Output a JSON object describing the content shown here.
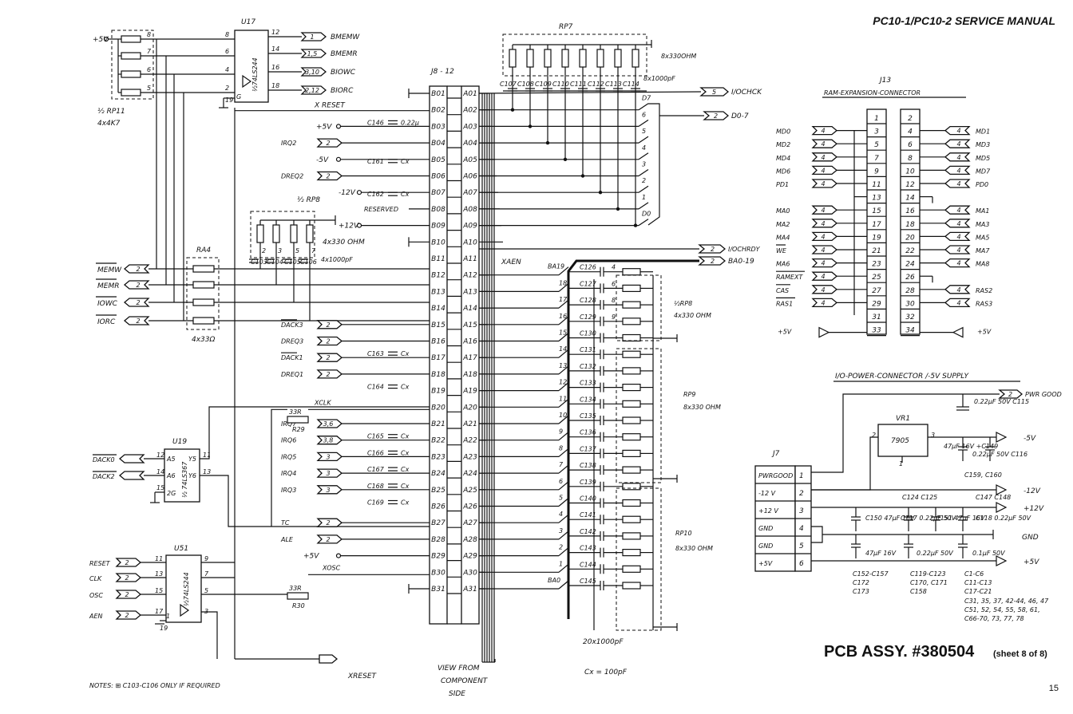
{
  "header": {
    "manual_title": "PC10-1/PC10-2 SERVICE MANUAL",
    "pcb_assy": "PCB ASSY. #380504",
    "sheet": "(sheet 8 of 8)",
    "page_number": "15"
  },
  "left": {
    "u17": {
      "label": "U17",
      "part": "½74LS244",
      "vcc": "+5V",
      "rp11_label": "½ RP11",
      "rp11_value": "4x4K7",
      "pins_in": [
        "8",
        "6",
        "4",
        "2"
      ],
      "pins_out": [
        "12",
        "14",
        "16",
        "18"
      ],
      "rp_pins": [
        "8",
        "7",
        "6",
        "5"
      ],
      "gate_pin": "19",
      "outputs": [
        {
          "tag": "1",
          "name": "BMEMW"
        },
        {
          "tag": "1,5",
          "name": "BMEMR"
        },
        {
          "tag": "3,10",
          "name": "BIOWC"
        },
        {
          "tag": "2,12",
          "name": "BIORC"
        }
      ]
    },
    "ra4": {
      "label": "RA4",
      "value": "4x33Ω",
      "signals": [
        "MEMW",
        "MEMR",
        "IOWC",
        "IORC"
      ],
      "tag": "2"
    },
    "u19": {
      "label": "U19",
      "part": "½ 74LS367",
      "inputs": [
        {
          "name": "DACK0",
          "pin": "12",
          "port": "A5"
        },
        {
          "name": "DACK2",
          "pin": "14",
          "port": "A6"
        }
      ],
      "outputs": [
        {
          "port": "Y5",
          "pin": "11"
        },
        {
          "port": "Y6",
          "pin": "13"
        }
      ],
      "gate": {
        "pin": "15",
        "port": "2G"
      }
    },
    "u51": {
      "label": "U51",
      "part": "½74LS244",
      "inputs": [
        {
          "name": "RESET",
          "pin": "11"
        },
        {
          "name": "CLK",
          "pin": "13"
        },
        {
          "name": "OSC",
          "pin": "15"
        },
        {
          "name": "AEN",
          "pin": "17"
        }
      ],
      "outputs": [
        "9",
        "7",
        "5",
        "3"
      ],
      "gate_pins": [
        "1",
        "19"
      ],
      "tag": "2"
    },
    "xreset": "XRESET",
    "notes": "NOTES: ⊞ C103-C106 ONLY IF REQUIRED"
  },
  "j8": {
    "label": "J8 - 12",
    "b_pins": [
      "B01",
      "B02",
      "B03",
      "B04",
      "B05",
      "B06",
      "B07",
      "B08",
      "B09",
      "B10",
      "B11",
      "B12",
      "B13",
      "B14",
      "B15",
      "B16",
      "B17",
      "B18",
      "B19",
      "B20",
      "B21",
      "B22",
      "B23",
      "B24",
      "B25",
      "B26",
      "B27",
      "B28",
      "B29",
      "B30",
      "B31"
    ],
    "a_pins": [
      "A01",
      "A02",
      "A03",
      "A04",
      "A05",
      "A06",
      "A07",
      "A08",
      "A09",
      "A10",
      "A11",
      "A12",
      "A13",
      "A14",
      "A15",
      "A16",
      "A17",
      "A18",
      "A19",
      "A20",
      "A21",
      "A22",
      "A23",
      "A24",
      "A25",
      "A26",
      "A27",
      "A28",
      "A29",
      "A30",
      "A31"
    ],
    "b_signals": [
      "",
      "X RESET",
      "+5V",
      "IRQ2",
      "-5V",
      "DREQ2",
      "-12V",
      "RESERVED",
      "+12V",
      "",
      "MEMW",
      "MEMR",
      "IOWC",
      "IORC",
      "DACK3",
      "DREQ3",
      "DACK1",
      "DREQ1",
      "",
      "XCLK",
      "IRQ7",
      "IRQ6",
      "IRQ5",
      "IRQ4",
      "IRQ3",
      "",
      "TC",
      "ALE",
      "+5V",
      "XOSC",
      ""
    ],
    "b_tags": [
      "",
      "",
      "",
      "2",
      "",
      "2",
      "",
      "",
      "",
      "",
      "",
      "",
      "",
      "",
      "2",
      "2",
      "2",
      "2",
      "",
      "",
      "3,6",
      "3,8",
      "3",
      "3",
      "3",
      "",
      "2",
      "2",
      "",
      "",
      ""
    ],
    "caps": [
      {
        "ref": "C146",
        "value": "0.22µ"
      },
      {
        "ref": "C161",
        "value": "Cx"
      },
      {
        "ref": "C162",
        "value": "Cx"
      },
      {
        "ref": "C163",
        "value": "Cx"
      },
      {
        "ref": "C164",
        "value": "Cx"
      },
      {
        "ref": "C165",
        "value": "Cx"
      },
      {
        "ref": "C166",
        "value": "Cx"
      },
      {
        "ref": "C167",
        "value": "Cx"
      },
      {
        "ref": "C168",
        "value": "Cx"
      },
      {
        "ref": "C169",
        "value": "Cx"
      }
    ],
    "r29": {
      "ref": "R29",
      "value": "33R"
    },
    "r30": {
      "ref": "R30",
      "value": "33R"
    },
    "xaen": "XAEN",
    "view_note": [
      "VIEW FROM",
      "COMPONENT",
      "SIDE"
    ],
    "rp8_half": {
      "label": "½ RP8",
      "value": "4x330 OHM",
      "pins": [
        "2",
        "3",
        "5",
        "7"
      ],
      "caps": [
        "C103",
        "C104",
        "C105",
        "C106"
      ],
      "cap_value": "4x1000pF"
    }
  },
  "data_bus": {
    "rp7": {
      "label": "RP7",
      "value": "8x330OHM",
      "caps_value": "8x1000pF",
      "caps": [
        "C107",
        "C108",
        "C109",
        "C110",
        "C111",
        "C112",
        "C113",
        "C114"
      ]
    },
    "lines": [
      "D7",
      "6",
      "5",
      "4",
      "3",
      "2",
      "1",
      "D0"
    ],
    "out_tag": "2",
    "out_name": "D0-7",
    "iochck_tag": "5",
    "iochck": "I/OCHCK",
    "iochrdy_tag": "2",
    "iochrdy": "I/OCHRDY",
    "ba_tag": "2",
    "ba_name": "BA0-19"
  },
  "address_bus": {
    "lines": [
      "BA19",
      "18",
      "17",
      "16",
      "15",
      "14",
      "13",
      "12",
      "11",
      "10",
      "9",
      "8",
      "7",
      "6",
      "5",
      "4",
      "3",
      "2",
      "1",
      "BA0"
    ],
    "caps": [
      "C126",
      "C127",
      "C128",
      "C129",
      "C130",
      "C131",
      "C132",
      "C133",
      "C134",
      "C135",
      "C136",
      "C137",
      "C138",
      "C139",
      "C140",
      "C141",
      "C142",
      "C143",
      "C144",
      "C145"
    ],
    "rp8_pins": [
      "4",
      "6",
      "8",
      "9"
    ],
    "rp8": {
      "label": "½RP8",
      "value": "4x330 OHM"
    },
    "rp9": {
      "label": "RP9",
      "value": "8x330 OHM"
    },
    "rp10": {
      "label": "RP10",
      "value": "8x330 OHM"
    },
    "cap_total": "20x1000pF",
    "cx_note": "Cx = 100pF"
  },
  "j13": {
    "label": "J13",
    "subtitle": "RAM-EXPANSION-CONNECTOR",
    "rows": [
      {
        "ln": "",
        "lt": "",
        "lp": "1",
        "rp": "2",
        "rt": "",
        "rn": ""
      },
      {
        "ln": "MD0",
        "lt": "4",
        "lp": "3",
        "rp": "4",
        "rt": "4",
        "rn": "MD1"
      },
      {
        "ln": "MD2",
        "lt": "4",
        "lp": "5",
        "rp": "6",
        "rt": "4",
        "rn": "MD3"
      },
      {
        "ln": "MD4",
        "lt": "4",
        "lp": "7",
        "rp": "8",
        "rt": "4",
        "rn": "MD5"
      },
      {
        "ln": "MD6",
        "lt": "4",
        "lp": "9",
        "rp": "10",
        "rt": "4",
        "rn": "MD7"
      },
      {
        "ln": "PD1",
        "lt": "4",
        "lp": "11",
        "rp": "12",
        "rt": "4",
        "rn": "PD0"
      },
      {
        "ln": "",
        "lt": "",
        "lp": "13",
        "rp": "14",
        "rt": "",
        "rn": ""
      },
      {
        "ln": "MA0",
        "lt": "4",
        "lp": "15",
        "rp": "16",
        "rt": "4",
        "rn": "MA1"
      },
      {
        "ln": "MA2",
        "lt": "4",
        "lp": "17",
        "rp": "18",
        "rt": "4",
        "rn": "MA3"
      },
      {
        "ln": "MA4",
        "lt": "4",
        "lp": "19",
        "rp": "20",
        "rt": "4",
        "rn": "MA5"
      },
      {
        "ln": "WE",
        "lt": "4",
        "lp": "21",
        "rp": "22",
        "rt": "4",
        "rn": "MA7"
      },
      {
        "ln": "MA6",
        "lt": "4",
        "lp": "23",
        "rp": "24",
        "rt": "4",
        "rn": "MA8"
      },
      {
        "ln": "RAMEXT",
        "lt": "4",
        "lp": "25",
        "rp": "26",
        "rt": "",
        "rn": ""
      },
      {
        "ln": "CAS",
        "lt": "4",
        "lp": "27",
        "rp": "28",
        "rt": "4",
        "rn": "RAS2"
      },
      {
        "ln": "RAS1",
        "lt": "4",
        "lp": "29",
        "rp": "30",
        "rt": "4",
        "rn": "RAS3"
      },
      {
        "ln": "",
        "lt": "",
        "lp": "31",
        "rp": "32",
        "rt": "",
        "rn": ""
      },
      {
        "ln": "+5V",
        "lt": "",
        "lp": "33",
        "rp": "34",
        "rt": "",
        "rn": "+5V"
      }
    ]
  },
  "power": {
    "title": "I/O-POWER-CONNECTOR /-5V SUPPLY",
    "j7": "J7",
    "j7_rows": [
      {
        "name": "PWRGOOD",
        "pin": "1"
      },
      {
        "name": "-12 V",
        "pin": "2"
      },
      {
        "name": "+12 V",
        "pin": "3"
      },
      {
        "name": "GND",
        "pin": "4"
      },
      {
        "name": "GND",
        "pin": "5"
      },
      {
        "name": "+5V",
        "pin": "6"
      }
    ],
    "vr1": {
      "label": "VR1",
      "part": "7905",
      "in_pin": "2",
      "gnd_pin": "1",
      "out_pin": "3"
    },
    "pwr_good_tag": "2",
    "pwr_good": "PWR GOOD",
    "c115": "0.22µF 50V C115",
    "c149": "47µF 16V +C149",
    "c116": "0.22µF 50V C116",
    "c159": "C159, C160",
    "outputs": [
      "-5V",
      "-12V",
      "+12V",
      "GND",
      "+5V"
    ],
    "c124_125": "C124 C125",
    "c147_148": "C147 C148",
    "c150": "C150 47µF 16V",
    "c117": "C117 0.22µF 50V",
    "c151": "C151 47µF 16V",
    "c118": "C118 0.22µF 50V",
    "c_bot1": "47µF 16V",
    "c_bot2": "0.22µF 50V",
    "c_bot3": "0.1µF 50V",
    "cap_lists": [
      "C152-C157",
      "C172",
      "C173",
      "C119-C123",
      "C170, C171",
      "C158",
      "C1-C6",
      "C11-C13",
      "C17-C21",
      "C31, 35, 37, 42-44, 46, 47",
      "C51, 52, 54, 55, 58, 61,",
      "C66-70, 73, 77, 78"
    ]
  }
}
